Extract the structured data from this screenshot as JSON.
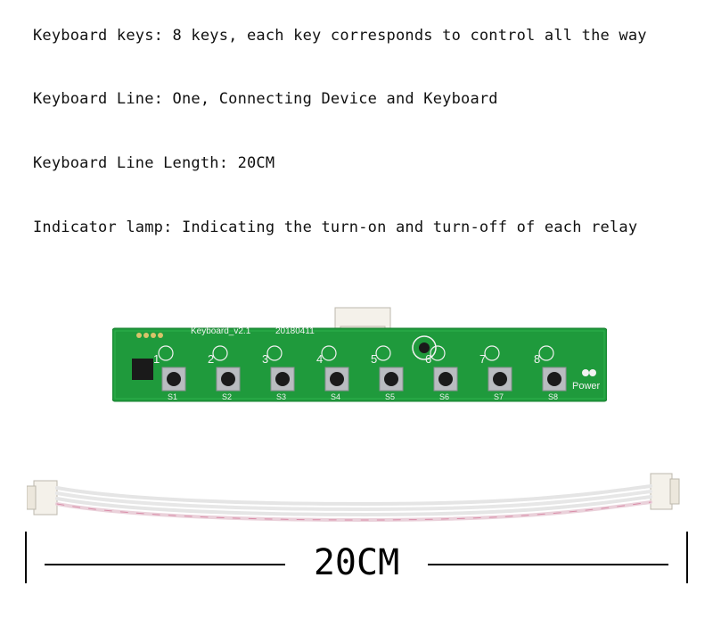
{
  "specs": [
    "Keyboard keys: 8 keys, each key corresponds to control all the way",
    "Keyboard Line: One, Connecting Device and Keyboard",
    "Keyboard Line Length: 20CM",
    "Indicator lamp: Indicating the turn-on and turn-off of each relay"
  ],
  "board": {
    "model_label": "Keyboard_v2.1",
    "date_label": "20180411",
    "key_numbers": [
      "1",
      "2",
      "3",
      "4",
      "5",
      "6",
      "7",
      "8"
    ],
    "switch_labels": [
      "S1",
      "S2",
      "S3",
      "S4",
      "S5",
      "S6",
      "S7",
      "S8"
    ],
    "power_label": "Power",
    "colors": {
      "pcb": "#1f9a3c",
      "pcb_dark": "#17802f",
      "silk": "#f2f2f2"
    }
  },
  "dimension": {
    "label": "20CM"
  }
}
